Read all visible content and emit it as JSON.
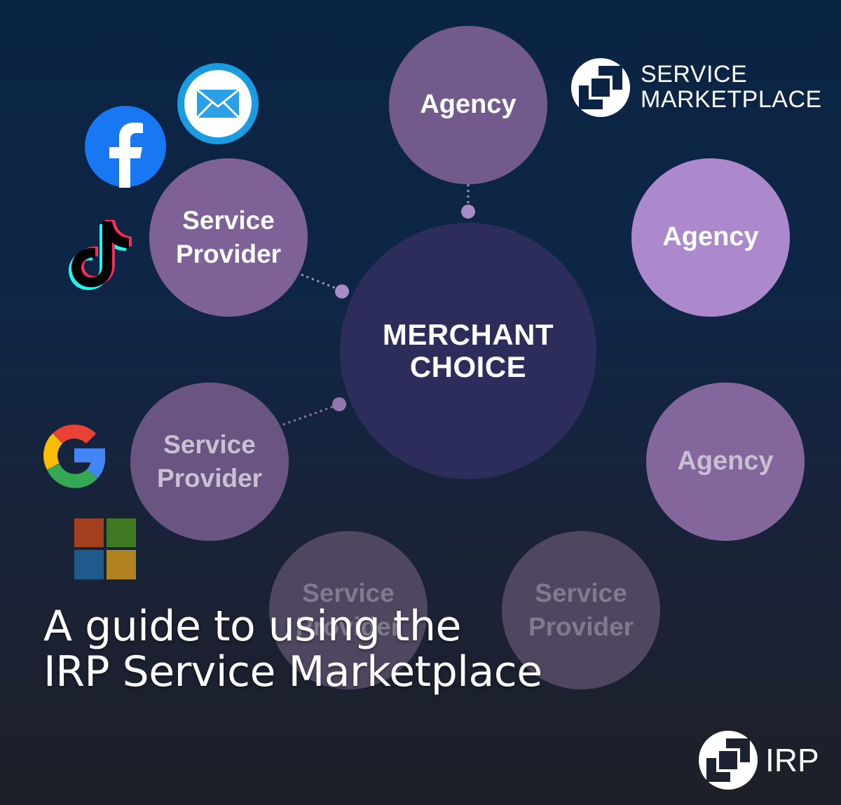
{
  "bubbles": {
    "agency_1": "Agency",
    "agency_2": "Agency",
    "agency_3": "Agency",
    "service_provider_1": [
      "Service",
      "Provider"
    ],
    "service_provider_2": [
      "Service",
      "Provider"
    ],
    "service_provider_3": [
      "Service",
      "Provider"
    ],
    "service_provider_4": [
      "Service",
      "Provider"
    ],
    "center": [
      "MERCHANT",
      "CHOICE"
    ]
  },
  "brand_logo": {
    "line1": "SERVICE",
    "line2": "MARKETPLACE"
  },
  "headline": {
    "line1": "A guide to using the",
    "line2": "IRP Service Marketplace"
  },
  "footer_logo": {
    "text": "IRP"
  },
  "icons": [
    "email-icon",
    "facebook-icon",
    "tiktok-icon",
    "google-icon",
    "microsoft-icon"
  ],
  "colors": {
    "background_top": "#0a2444",
    "background_bottom": "#1d2027",
    "center_bubble": "#2d2d5c",
    "agency_light": "#ab89cc",
    "agency_mid": "#735a8d"
  }
}
